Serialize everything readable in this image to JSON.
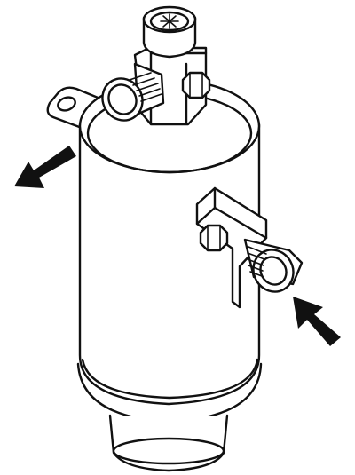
{
  "colors": {
    "background": "#ffffff",
    "line": "#111111",
    "fill": "#ffffff"
  },
  "parts": [
    {
      "id": "receiver-drier-body",
      "kind": "cylinder"
    },
    {
      "id": "sight-screw",
      "kind": "torx-screw"
    },
    {
      "id": "inlet-fitting",
      "kind": "threaded-port"
    },
    {
      "id": "outlet-fitting",
      "kind": "threaded-port"
    },
    {
      "id": "mounting-tab",
      "kind": "bracket"
    },
    {
      "id": "flow-arrow-in",
      "kind": "arrow"
    },
    {
      "id": "flow-arrow-out",
      "kind": "arrow"
    }
  ]
}
